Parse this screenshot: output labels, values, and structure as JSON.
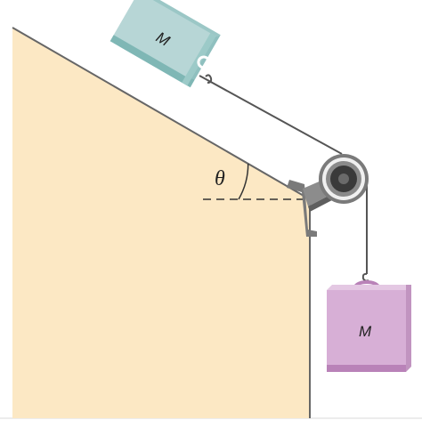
{
  "diagram": {
    "incline_block_label": "M",
    "hanging_block_label": "M",
    "angle_label": "θ"
  },
  "colors": {
    "incline_fill": "#fce8c4",
    "incline_edge": "#666666",
    "block_incline_fill": "#b7d6d6",
    "block_incline_dark": "#7fb7b5",
    "block_hanging_fill": "#d7afd6",
    "block_hanging_dark": "#b982b8",
    "rope": "#555555",
    "pulley_outer": "#7a7a7a",
    "pulley_inner": "#3a3a3a"
  }
}
